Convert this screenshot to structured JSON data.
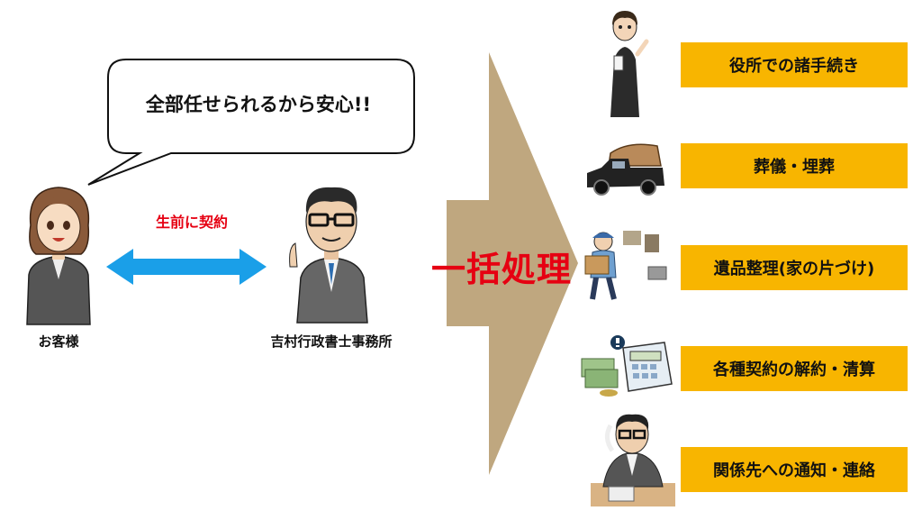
{
  "speech_bubble": {
    "text": "全部任せられるから安心!!"
  },
  "customer": {
    "label": "お客様"
  },
  "office": {
    "label": "吉村行政書士事務所"
  },
  "contract": {
    "label": "生前に契約"
  },
  "bulk_processing": {
    "label": "一括処理"
  },
  "services": [
    {
      "label": "役所での諸手続き",
      "icon": "clerk-woman-icon"
    },
    {
      "label": "葬儀・埋葬",
      "icon": "hearse-icon"
    },
    {
      "label": "遺品整理(家の片づけ)",
      "icon": "mover-icon"
    },
    {
      "label": "各種契約の解約・清算",
      "icon": "calculator-money-icon"
    },
    {
      "label": "関係先への通知・連絡",
      "icon": "man-on-phone-icon"
    }
  ],
  "colors": {
    "service_box": "#f8b500",
    "accent_red": "#e60012",
    "arrow_blue": "#1a9fe8",
    "big_arrow": "#bfa77f"
  }
}
